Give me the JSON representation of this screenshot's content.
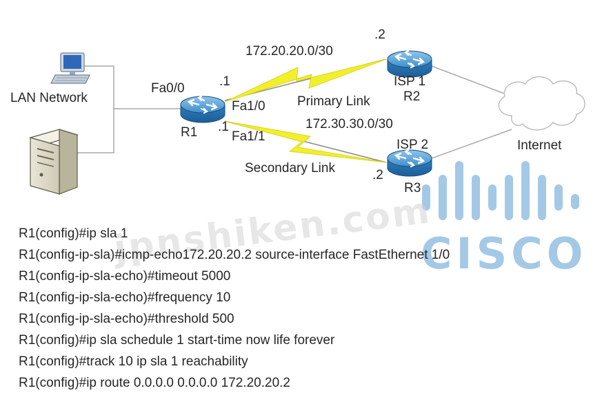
{
  "diagram": {
    "devices": {
      "lan_label": "LAN Network",
      "r1": "R1",
      "isp1": "ISP 1",
      "r2": "R2",
      "isp2": "ISP 2",
      "r3": "R3",
      "internet": "Internet"
    },
    "interfaces": {
      "fa00": "Fa0/0",
      "fa10": "Fa1/0",
      "fa11": "Fa1/1",
      "r1_primary_host": ".1",
      "r1_secondary_host": ".1",
      "r2_host": ".2",
      "r3_host": ".2"
    },
    "links": {
      "primary_subnet": "172.20.20.0/30",
      "primary_label": "Primary Link",
      "secondary_subnet": "172.30.30.0/30",
      "secondary_label": "Secondary Link"
    },
    "watermark": "jpnshiken.com",
    "logo_word": "CISCO"
  },
  "config_lines": [
    "R1(config)#ip sla 1",
    "R1(config-ip-sla)#icmp-echo172.20.20.2 source-interface FastEthernet 1/0",
    "R1(config-ip-sla-echo)#timeout 5000",
    "R1(config-ip-sla-echo)#frequency 10",
    "R1(config-ip-sla-echo)#threshold 500",
    "R1(config)#ip sla schedule 1 start-time now life forever",
    "R1(config)#track 10 ip sla 1 reachability",
    "R1(config)#ip route 0.0.0.0 0.0.0.0 172.20.20.2"
  ],
  "colors": {
    "router_body": "#3d8ec9",
    "lightning": "#f2ef2c",
    "cisco_blue": "#5b9ed3"
  }
}
